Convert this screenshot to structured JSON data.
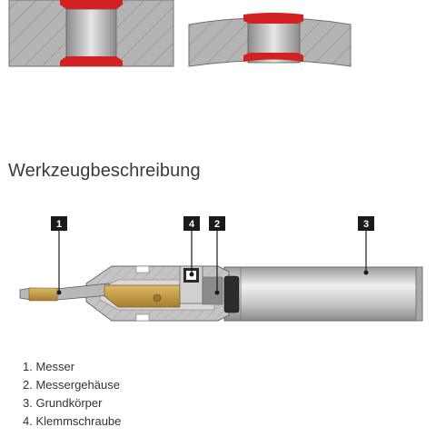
{
  "section_title": "Werkzeugbeschreibung",
  "callouts": [
    "1",
    "4",
    "2",
    "3"
  ],
  "parts_list": [
    "1. Messer",
    "2. Messergehäuse",
    "3. Grundkörper",
    "4. Klemmschraube"
  ],
  "colors": {
    "groove_seal": "#d32020",
    "hatch_gray": "#a8a8a8",
    "blade_gold": "#c9a14a",
    "callout_box": "#1a1a1a"
  }
}
